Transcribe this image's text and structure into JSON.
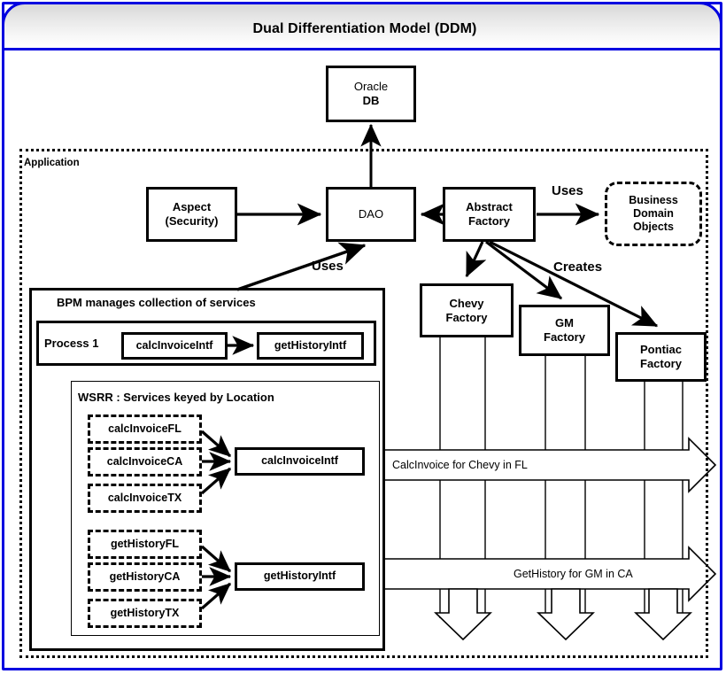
{
  "window": {
    "title": "Dual Differentiation Model (DDM)",
    "border_color": "#0000e0"
  },
  "application_region": {
    "label": "Application"
  },
  "nodes": {
    "oracle_db": {
      "line1": "Oracle",
      "line2": "DB"
    },
    "aspect": {
      "line1": "Aspect",
      "line2": "(Security)"
    },
    "dao": {
      "label": "DAO"
    },
    "abstract_factory": {
      "line1": "Abstract",
      "line2": "Factory"
    },
    "business_domain_objects": {
      "line1": "Business",
      "line2": "Domain",
      "line3": "Objects"
    },
    "chevy_factory": {
      "line1": "Chevy",
      "line2": "Factory"
    },
    "gm_factory": {
      "line1": "GM",
      "line2": "Factory"
    },
    "pontiac_factory": {
      "line1": "Pontiac",
      "line2": "Factory"
    }
  },
  "edge_labels": {
    "uses_dao": "Uses",
    "uses_bdo": "Uses",
    "creates": "Creates"
  },
  "bpm": {
    "title": "BPM manages collection of services",
    "process": {
      "name": "Process 1",
      "steps": [
        {
          "label": "calcInvoiceIntf"
        },
        {
          "label": "getHistoryIntf"
        }
      ]
    },
    "wsrr": {
      "title": "WSRR : Services keyed by Location",
      "groups": [
        {
          "target": "calcInvoiceIntf",
          "services": [
            "calcInvoiceFL",
            "calcInvoiceCA",
            "calcInvoiceTX"
          ]
        },
        {
          "target": "getHistoryIntf",
          "services": [
            "getHistoryFL",
            "getHistoryCA",
            "getHistoryTX"
          ]
        }
      ]
    }
  },
  "flows": [
    {
      "label": "CalcInvoice for Chevy in FL"
    },
    {
      "label": "GetHistory for GM in CA"
    }
  ]
}
